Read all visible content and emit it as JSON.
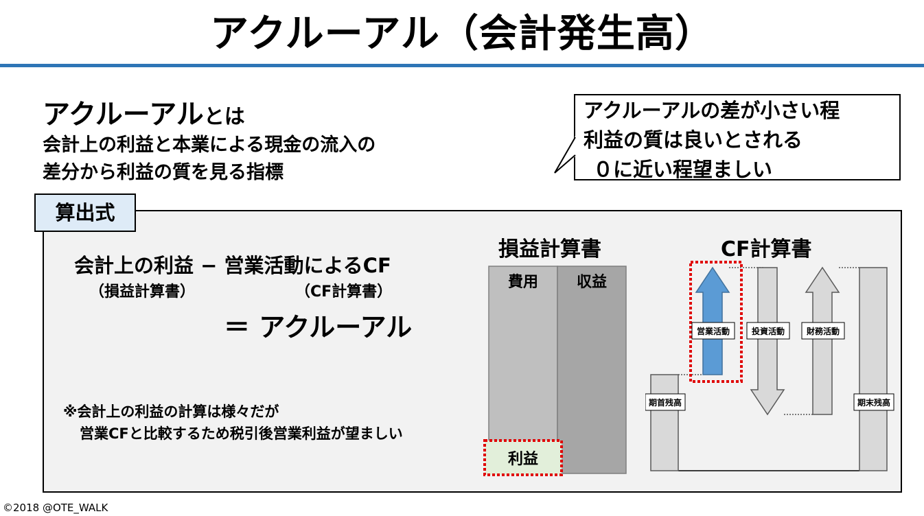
{
  "title": "アクルーアル（会計発生高）",
  "intro": {
    "term": "アクルーアル",
    "term_suffix": "とは",
    "definition_line1": "会計上の利益と本業による現金の流入の",
    "definition_line2": "差分から利益の質を見る指標"
  },
  "callout": {
    "line1": "アクルーアルの差が小さい程",
    "line2": "利益の質は良いとされる",
    "line3": "０に近い程望ましい"
  },
  "formula": {
    "tab_label": "算出式",
    "term1": "会計上の利益",
    "minus": "−",
    "term2": "営業活動によるCF",
    "term1_source": "（損益計算書）",
    "term2_source": "（CF計算書）",
    "result": "＝ アクルーアル",
    "note_line1": "※会計上の利益の計算は様々だが",
    "note_line2": "営業CFと比較するため税引後営業利益が望ましい"
  },
  "pl": {
    "title": "損益計算書",
    "expense": "費用",
    "revenue": "収益",
    "profit": "利益"
  },
  "cf": {
    "title": "CF計算書",
    "operating": "営業活動",
    "investing": "投資活動",
    "financing": "財務活動",
    "opening": "期首残高",
    "closing": "期末残高"
  },
  "colors": {
    "rule": "#2e75b6",
    "operating_arrow": "#5b9bd5",
    "highlight_dash": "#e00000",
    "profit_fill": "#e2efda",
    "tab_fill": "#deebf7"
  },
  "copyright": "©2018 @OTE_WALK"
}
